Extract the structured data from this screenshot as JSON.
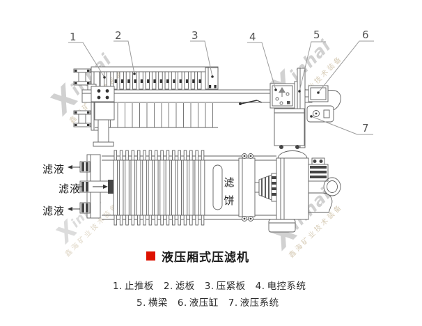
{
  "watermark": {
    "logo_letter": "X",
    "brand_rest": "inhai",
    "subtext": "鑫海矿业技术装备",
    "color_gray": "#c6c6c6",
    "color_tan": "#cdbfa4"
  },
  "side_view": {
    "callouts": [
      "1",
      "2",
      "3",
      "4",
      "5",
      "6",
      "7"
    ]
  },
  "plan_view": {
    "filtrate_labels": [
      "滤液",
      "滤液",
      "滤液"
    ],
    "cake_label_chars": [
      "滤",
      "饼"
    ]
  },
  "caption": {
    "title": "液压厢式压滤机",
    "bullet_color": "#dd1100"
  },
  "legend": {
    "row1": [
      {
        "num": "1.",
        "label": "止推板"
      },
      {
        "num": "2.",
        "label": "滤板"
      },
      {
        "num": "3.",
        "label": "压紧板"
      },
      {
        "num": "4.",
        "label": "电控系统"
      }
    ],
    "row2": [
      {
        "num": "5.",
        "label": "横梁"
      },
      {
        "num": "6.",
        "label": "液压缸"
      },
      {
        "num": "7.",
        "label": "液压系统"
      }
    ]
  }
}
